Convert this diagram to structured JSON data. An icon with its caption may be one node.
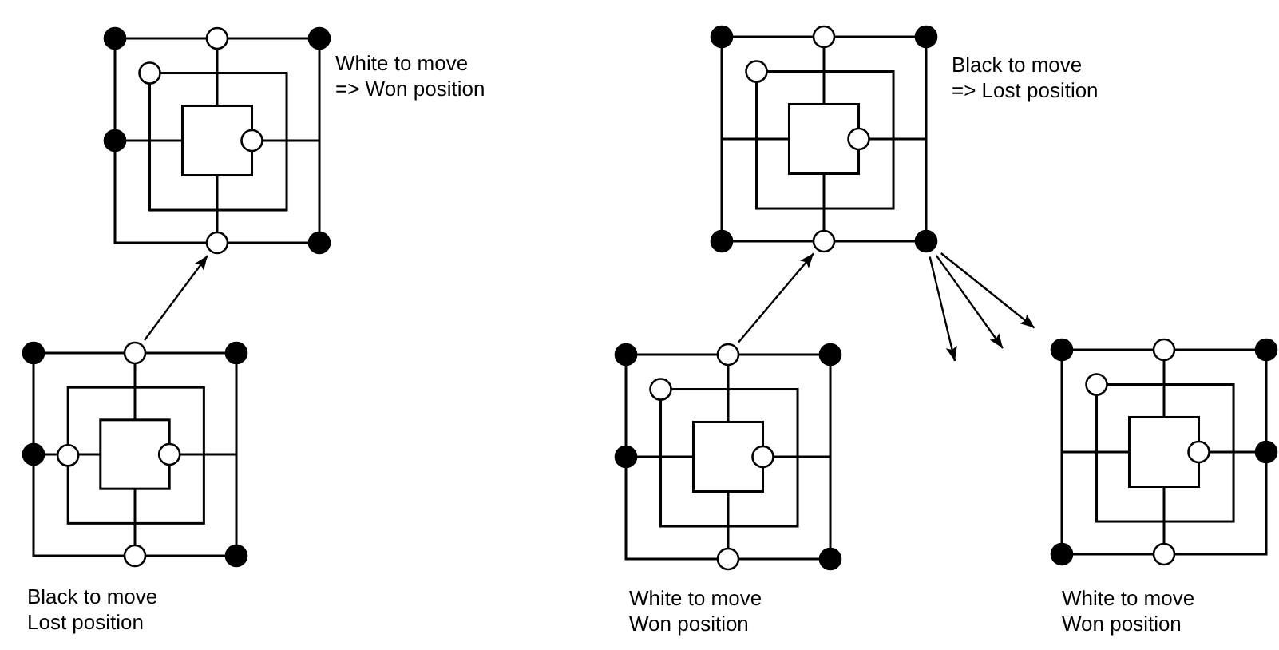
{
  "diagram": {
    "nodes": [
      {
        "text": [],
        "shape": "picture",
        "beside": [
          "White to move",
          "=> Won position"
        ]
      },
      {
        "text": [],
        "shape": "picture",
        "beside": [
          "Black to move",
          "=> Lost position"
        ]
      },
      {
        "text": [],
        "shape": "picture",
        "beside": [
          "Black to move",
          "Lost position"
        ]
      },
      {
        "text": [],
        "shape": "picture",
        "beside": [
          "White to move",
          "Won position"
        ]
      },
      {
        "text": [],
        "shape": "picture",
        "beside": [
          "White to move",
          "Won position"
        ]
      }
    ],
    "edges": [
      {
        "from": 2,
        "to": 0,
        "arrow": "to"
      },
      {
        "from": 3,
        "to": 1,
        "arrow": "to"
      },
      {
        "from": 1,
        "to": null,
        "arrow": "to"
      },
      {
        "from": 1,
        "to": null,
        "arrow": "to"
      },
      {
        "from": 1,
        "to": 4,
        "arrow": "to"
      }
    ]
  }
}
